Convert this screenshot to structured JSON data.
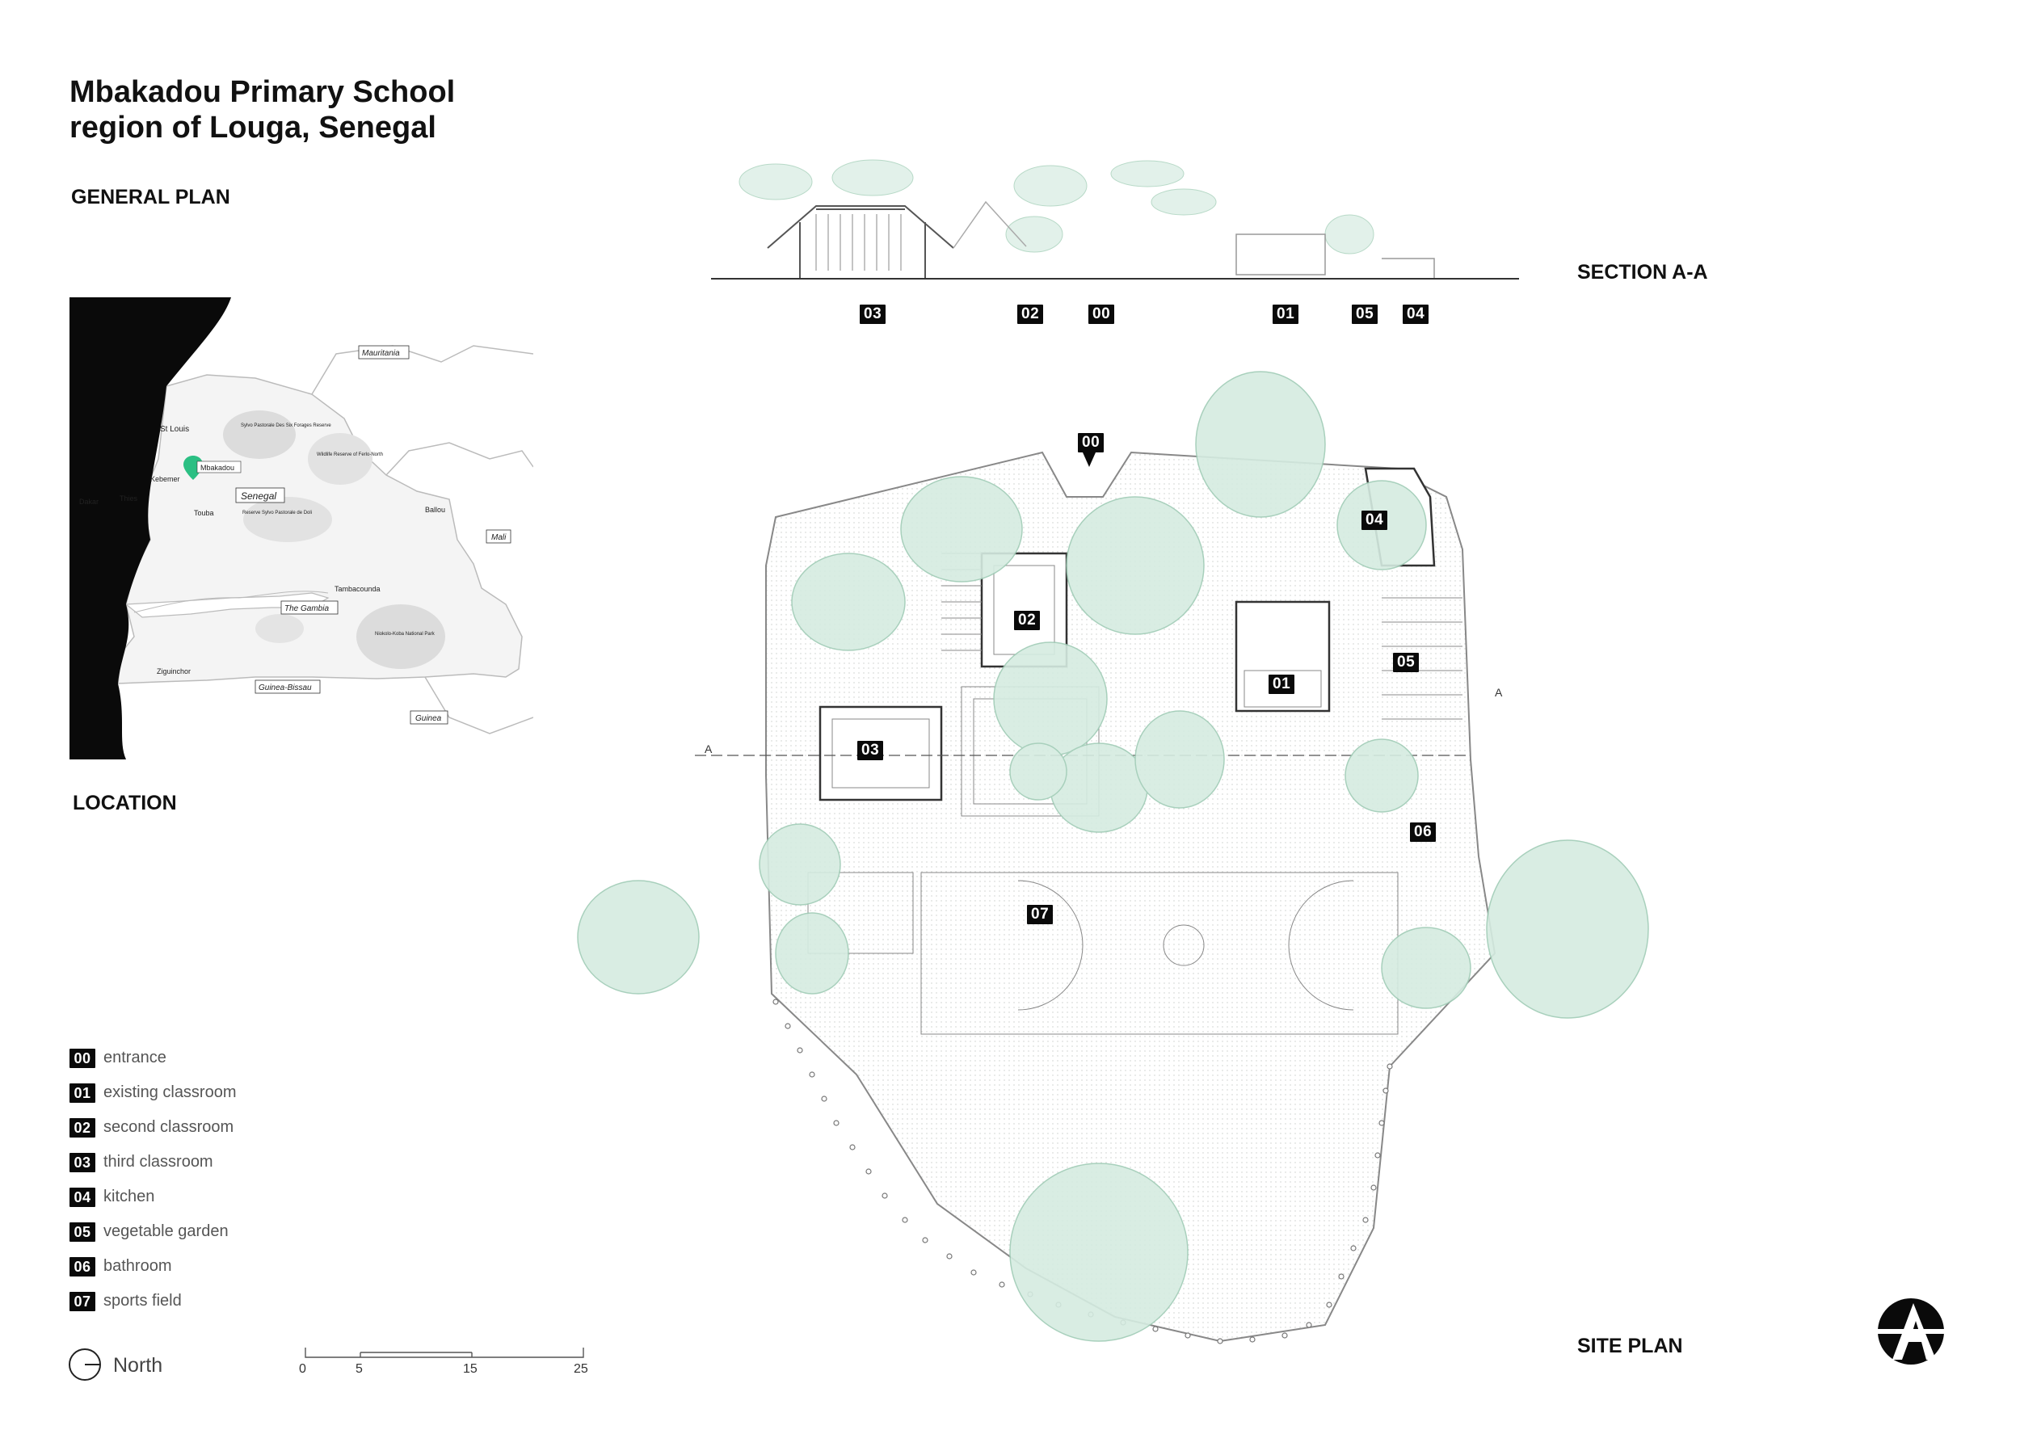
{
  "project": {
    "title_line1": "Mbakadou Primary School",
    "title_line2": "region of Louga, Senegal"
  },
  "headings": {
    "general_plan": "GENERAL PLAN",
    "location": "LOCATION",
    "section": "SECTION A-A",
    "site_plan": "SITE PLAN"
  },
  "map": {
    "labels": {
      "mauritania": "Mauritania",
      "mali": "Mali",
      "senegal": "Senegal",
      "gambia": "The Gambia",
      "guinea_bissau": "Guinea-Bissau",
      "guinea": "Guinea",
      "st_louis": "St Louis",
      "mbakadou": "Mbakadou",
      "kebemer": "Kebemer",
      "dakar": "Dakar",
      "thies": "Thies",
      "touba": "Touba",
      "bakel": "Ballou",
      "tambacounda": "Tambacounda",
      "ziguinchor": "Ziguinchor",
      "reserve1": "Sylvo Pastorale Des Six Forages Reserve",
      "reserve2": "Wildlife Reserve of Ferlo-North",
      "reserve3": "Reserve Sylvo Pastorale de Doli",
      "park": "Niokolo-Koba National Park"
    },
    "marker_color": "#2bbf83"
  },
  "section_tags": [
    "03",
    "02",
    "00",
    "01",
    "05",
    "04"
  ],
  "plan_tags": [
    "00",
    "02",
    "04",
    "05",
    "01",
    "03",
    "06",
    "07"
  ],
  "section_markers": {
    "left": "A",
    "right": "A"
  },
  "legend": [
    {
      "code": "00",
      "label": "entrance"
    },
    {
      "code": "01",
      "label": "existing classroom"
    },
    {
      "code": "02",
      "label": "second classroom"
    },
    {
      "code": "03",
      "label": "third classroom"
    },
    {
      "code": "04",
      "label": "kitchen"
    },
    {
      "code": "05",
      "label": "vegetable garden"
    },
    {
      "code": "06",
      "label": "bathroom"
    },
    {
      "code": "07",
      "label": "sports field"
    }
  ],
  "north": {
    "label": "North"
  },
  "scale": {
    "ticks": [
      "0",
      "5",
      "15",
      "25"
    ]
  },
  "colors": {
    "tree_fill": "#d5ece1",
    "tree_stroke": "#9fcbb5",
    "ink": "#0a0a0a"
  }
}
